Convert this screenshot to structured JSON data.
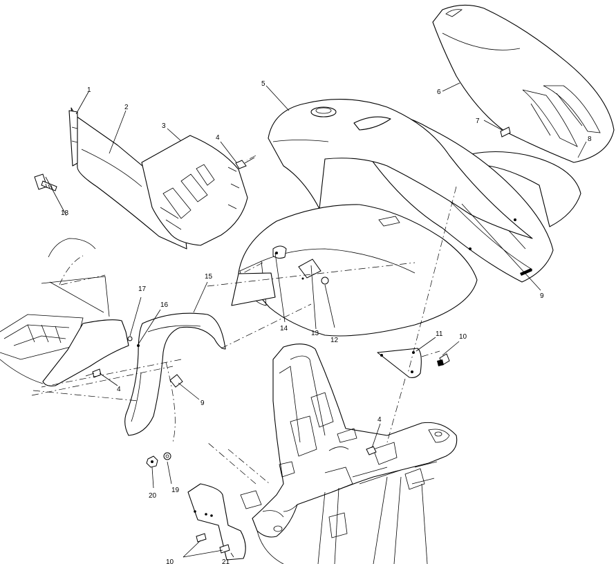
{
  "callouts": {
    "c1": "1",
    "c2": "2",
    "c3": "3",
    "c4_top": "4",
    "c5": "5",
    "c6": "6",
    "c7": "7",
    "c8": "8",
    "c9_right": "9",
    "c10_right": "10",
    "c11": "11",
    "c12": "12",
    "c13": "13",
    "c14": "14",
    "c15": "15",
    "c16": "16",
    "c17": "17",
    "c18": "18",
    "c4_left": "4",
    "c9_left": "9",
    "c4_frame": "4",
    "c19": "19",
    "c20": "20",
    "c10_bottom": "10",
    "c21": "21"
  }
}
